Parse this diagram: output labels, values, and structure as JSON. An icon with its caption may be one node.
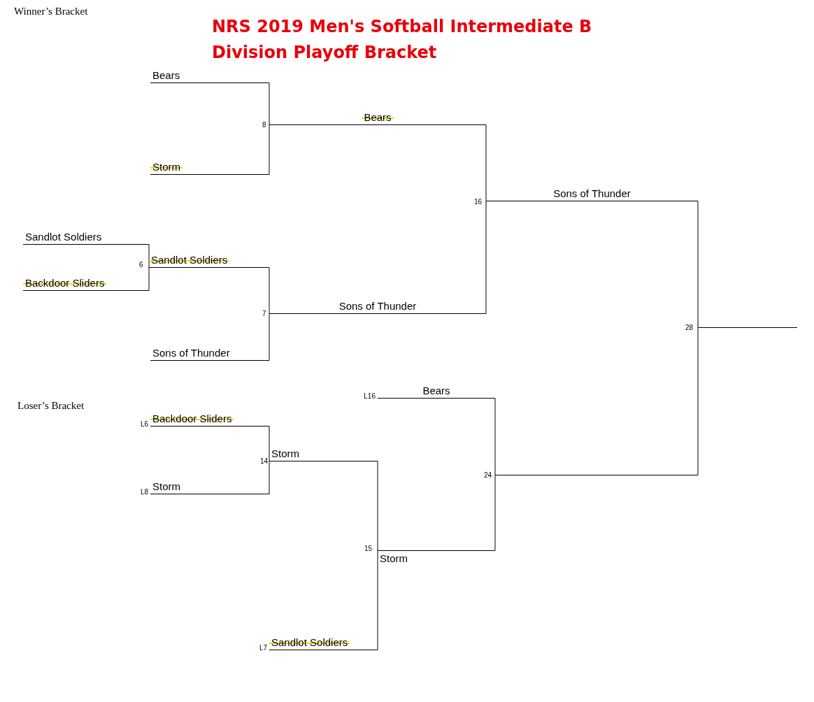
{
  "diagram": {
    "title": "NRS 2019 Men's Softball Intermediate B Division Playoff Bracket",
    "nodes": [
      {
        "text": [
          "Bears"
        ]
      },
      {
        "text": [
          "Storm"
        ]
      },
      {
        "text": [
          "Bears"
        ]
      },
      {
        "text": [
          "Sandlot Soldiers"
        ]
      },
      {
        "text": [
          "Backdoor Sliders"
        ]
      },
      {
        "text": [
          "Sandlot Soldiers"
        ]
      },
      {
        "text": [
          "Sons of Thunder"
        ]
      },
      {
        "text": [
          "Sons of Thunder"
        ]
      },
      {
        "text": [
          "Sons of Thunder"
        ]
      },
      {
        "text": [],
        "shape": "bar"
      },
      {
        "text": [
          "Backdoor Sliders"
        ],
        "beside": [
          "L6"
        ]
      },
      {
        "text": [
          "Storm"
        ],
        "beside": [
          "L8"
        ]
      },
      {
        "text": [
          "Storm"
        ]
      },
      {
        "text": [
          "Sandlot Soldiers"
        ],
        "beside": [
          "L7"
        ]
      },
      {
        "text": [
          "Storm"
        ]
      },
      {
        "text": [
          "Bears"
        ],
        "beside": [
          "L16"
        ]
      },
      {
        "text": [],
        "shape": "bar"
      }
    ],
    "edges": [
      {
        "from": 0,
        "to": 2,
        "arrow": "none"
      },
      {
        "from": 1,
        "to": 2,
        "arrow": "none"
      },
      {
        "from": 3,
        "to": 5,
        "arrow": "none"
      },
      {
        "from": 4,
        "to": 5,
        "arrow": "none"
      },
      {
        "from": 5,
        "to": 7,
        "arrow": "none"
      },
      {
        "from": 6,
        "to": 7,
        "arrow": "none"
      },
      {
        "from": 2,
        "to": 8,
        "arrow": "none"
      },
      {
        "from": 7,
        "to": 8,
        "arrow": "none"
      },
      {
        "from": 8,
        "to": 9,
        "arrow": "none"
      },
      {
        "from": 16,
        "to": 9,
        "arrow": "none"
      },
      {
        "from": 10,
        "to": 12,
        "arrow": "none"
      },
      {
        "from": 11,
        "to": 12,
        "arrow": "none"
      },
      {
        "from": 12,
        "to": 14,
        "arrow": "none"
      },
      {
        "from": 13,
        "to": 14,
        "arrow": "none"
      },
      {
        "from": 15,
        "to": 16,
        "arrow": "none"
      },
      {
        "from": 14,
        "to": 16,
        "arrow": "none"
      }
    ],
    "labels": [
      "Winner’s Bracket",
      "8",
      "16",
      "6",
      "7",
      "28",
      "Loser’s Bracket",
      "14",
      "24",
      "15"
    ]
  }
}
